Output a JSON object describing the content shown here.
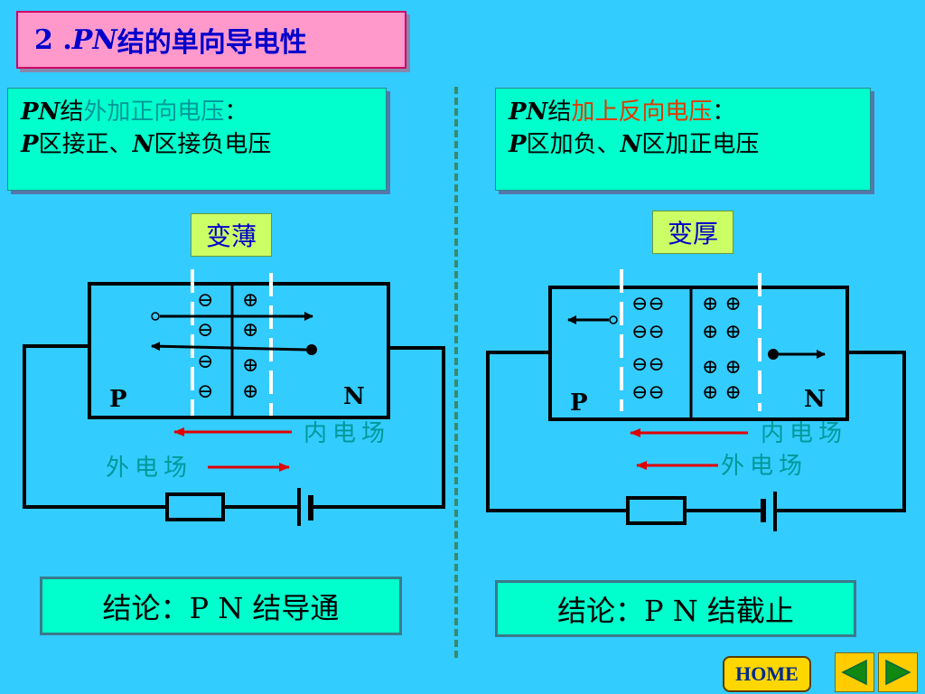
{
  "title": {
    "number": "2 .",
    "italic": "PN",
    "text": "结的单向导电性"
  },
  "left_panel": {
    "line1": {
      "italic": "PN",
      "prefix": " 结",
      "highlight": "外加正向电压",
      "suffix": "："
    },
    "line2": {
      "italic1": "P",
      "part1": " 区接正、",
      "italic2": "N",
      "part2": " 区接负电压"
    },
    "tag": "变薄",
    "labels": {
      "p": "P",
      "n": "N",
      "inner_field": "内电场",
      "outer_field": "外电场"
    },
    "conclusion": "结论：P N 结导通"
  },
  "right_panel": {
    "line1": {
      "italic": "PN",
      "prefix": " 结",
      "highlight": "加上反向电压",
      "suffix": "："
    },
    "line2": {
      "italic1": "P",
      "part1": "区加负、",
      "italic2": "N",
      "part2": " 区加正电压"
    },
    "tag": "变厚",
    "labels": {
      "p": "P",
      "n": "N",
      "inner_field": "内电场",
      "outer_field": "外电场"
    },
    "conclusion": "结论：P N 结截止"
  },
  "nav": {
    "home_label": "HOME",
    "prev_icon": "triangle-left-icon",
    "next_icon": "triangle-right-icon"
  },
  "colors": {
    "background": "#33ccff",
    "title_bg": "#ff99cc",
    "box_bg": "#00ffcc",
    "tag_bg": "#ccff66",
    "arrow_red": "#e00000",
    "label_teal": "#009999"
  }
}
